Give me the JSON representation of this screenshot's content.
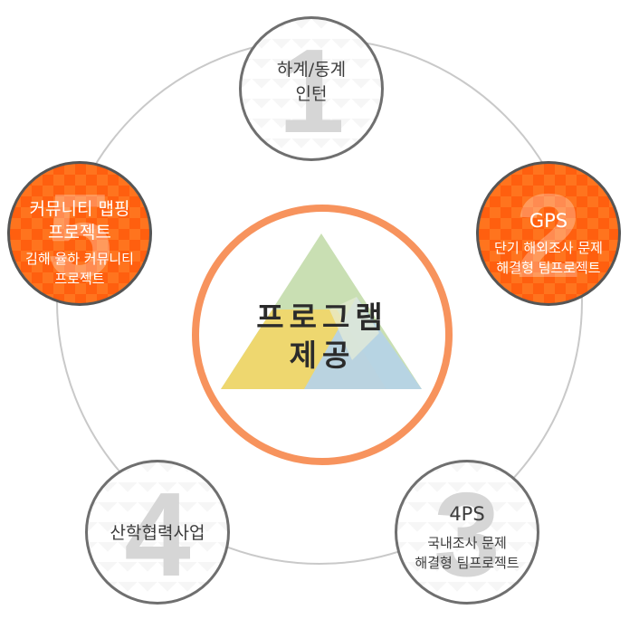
{
  "center": {
    "line1": "프로그램",
    "line2": "제공"
  },
  "nodes": [
    {
      "number": "1",
      "line1": "하계/동계",
      "line2": "인턴"
    },
    {
      "number": "2",
      "title": "GPS",
      "line1": "단기 해외조사 문제",
      "line2": "해결형 팀프로젝트"
    },
    {
      "number": "3",
      "title": "4PS",
      "line1": "국내조사 문제",
      "line2": "해결형 팀프로젝트"
    },
    {
      "number": "4",
      "line1": "산학협력사업"
    },
    {
      "number": "5",
      "line1": "커뮤니티 맵핑",
      "line2": "프로젝트",
      "line3": "김해 율하 커뮤니티",
      "line4": "프로젝트"
    }
  ],
  "colors": {
    "accent": "#ff5f0f",
    "ring": "#f7935d",
    "outline": "#c9c9c9"
  }
}
